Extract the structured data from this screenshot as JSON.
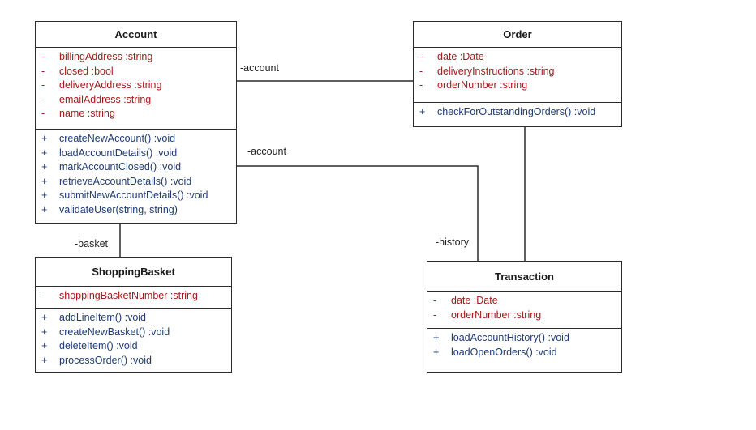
{
  "classes": {
    "account": {
      "name": "Account",
      "attributes": [
        {
          "vis": "-",
          "text": "billingAddress  :string"
        },
        {
          "vis": "-",
          "text": "closed  :bool"
        },
        {
          "vis": "-",
          "text": "deliveryAddress  :string"
        },
        {
          "vis": "-",
          "text": "emailAddress  :string"
        },
        {
          "vis": "-",
          "text": "name  :string"
        }
      ],
      "operations": [
        {
          "vis": "+",
          "text": "createNewAccount()  :void"
        },
        {
          "vis": "+",
          "text": "loadAccountDetails()  :void"
        },
        {
          "vis": "+",
          "text": "markAccountClosed()  :void"
        },
        {
          "vis": "+",
          "text": "retrieveAccountDetails()  :void"
        },
        {
          "vis": "+",
          "text": "submitNewAccountDetails()  :void"
        },
        {
          "vis": "+",
          "text": "validateUser(string, string)"
        }
      ]
    },
    "order": {
      "name": "Order",
      "attributes": [
        {
          "vis": "-",
          "text": "date  :Date"
        },
        {
          "vis": "-",
          "text": "deliveryInstructions  :string"
        },
        {
          "vis": "-",
          "text": "orderNumber  :string"
        }
      ],
      "operations": [
        {
          "vis": "+",
          "text": "checkForOutstandingOrders()  :void"
        }
      ]
    },
    "shoppingbasket": {
      "name": "ShoppingBasket",
      "attributes": [
        {
          "vis": "-",
          "text": "shoppingBasketNumber  :string"
        }
      ],
      "operations": [
        {
          "vis": "+",
          "text": "addLineItem()  :void"
        },
        {
          "vis": "+",
          "text": "createNewBasket()  :void"
        },
        {
          "vis": "+",
          "text": "deleteItem()  :void"
        },
        {
          "vis": "+",
          "text": "processOrder()  :void"
        }
      ]
    },
    "transaction": {
      "name": "Transaction",
      "attributes": [
        {
          "vis": "-",
          "text": "date  :Date"
        },
        {
          "vis": "-",
          "text": "orderNumber  :string"
        }
      ],
      "operations": [
        {
          "vis": "+",
          "text": "loadAccountHistory()  :void"
        },
        {
          "vis": "+",
          "text": "loadOpenOrders()  :void"
        }
      ]
    }
  },
  "associations": {
    "account_order_label": "-account",
    "account_transaction_label": "-account",
    "account_basket_label": "-basket",
    "transaction_history_label": "-history"
  },
  "colors": {
    "attribute": "#a11b1b",
    "operation": "#1f3b73",
    "line": "#2b2b2b"
  }
}
